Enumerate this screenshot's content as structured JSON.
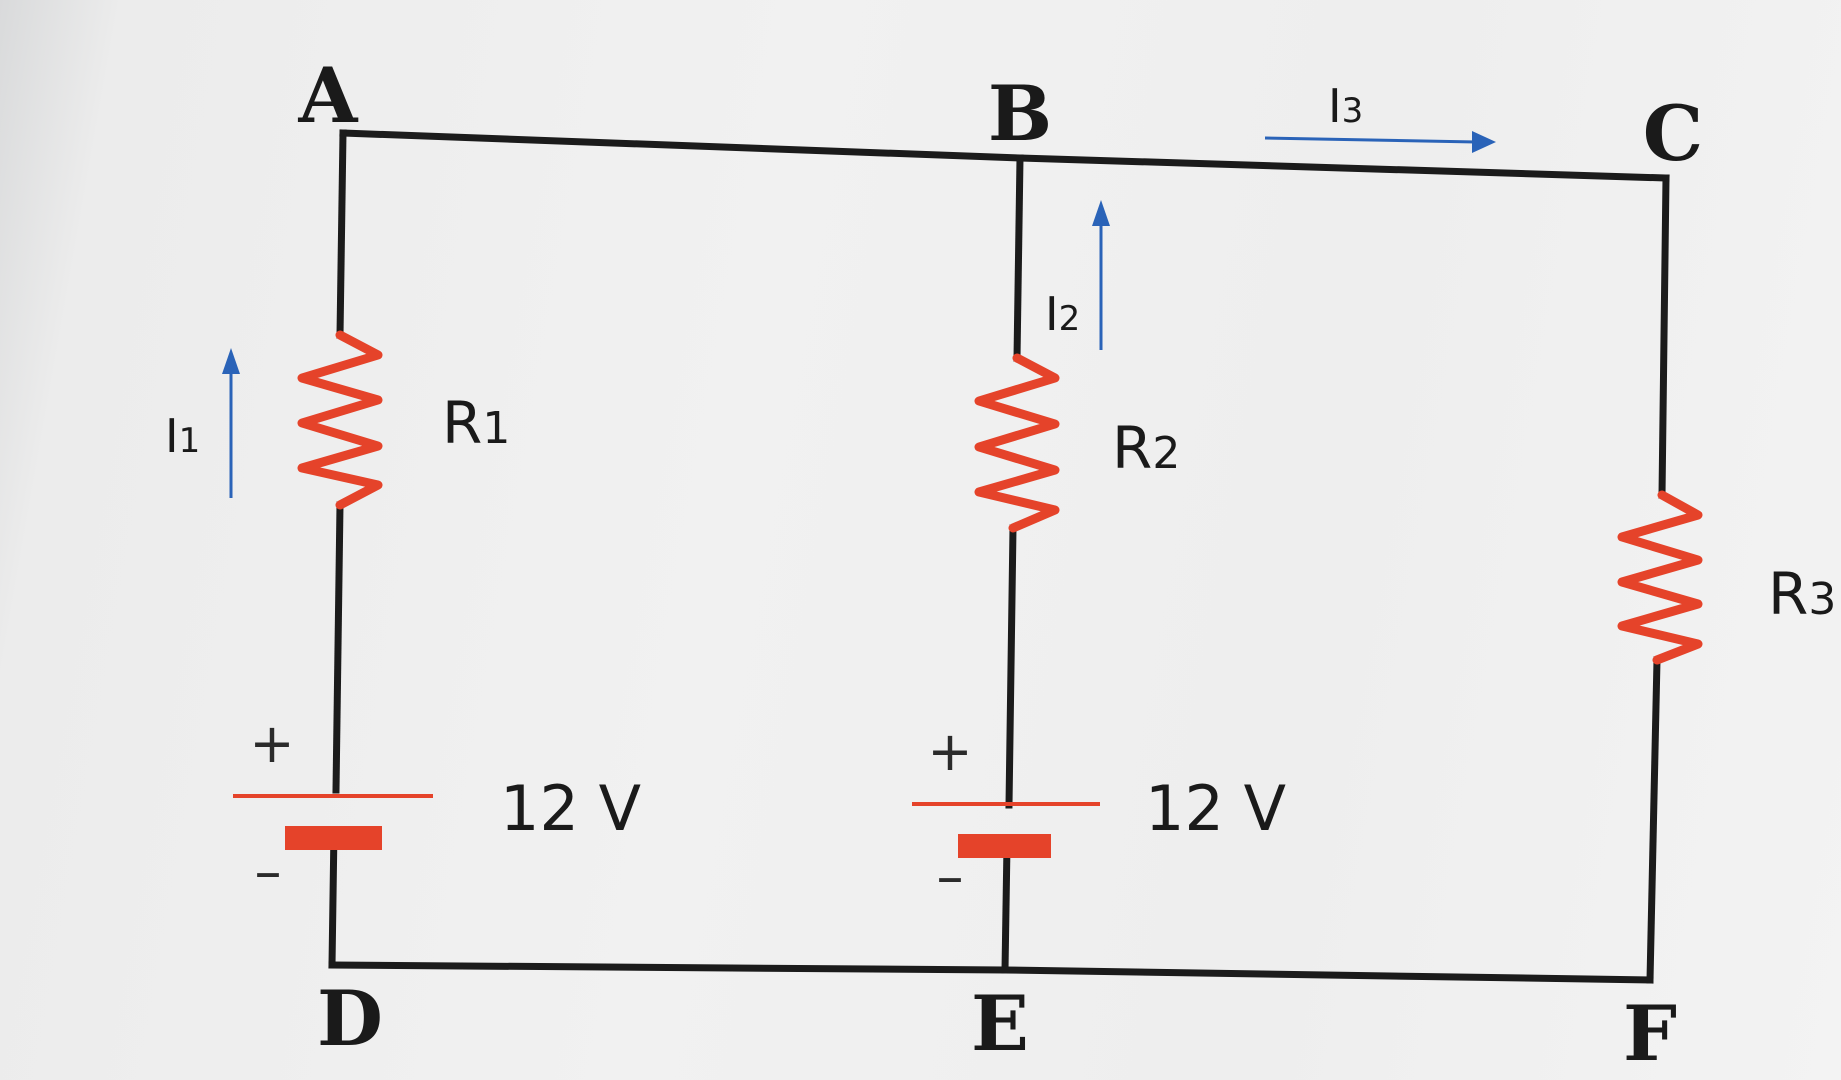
{
  "nodes": {
    "A": "A",
    "B": "B",
    "C": "C",
    "D": "D",
    "E": "E",
    "F": "F"
  },
  "resistors": [
    {
      "main": "R",
      "sub": "1"
    },
    {
      "main": "R",
      "sub": "2"
    },
    {
      "main": "R",
      "sub": "3"
    }
  ],
  "batteries": [
    {
      "voltage": "12 V",
      "plus": "+",
      "minus": "–"
    },
    {
      "voltage": "12 V",
      "plus": "+",
      "minus": "–"
    }
  ],
  "currents": [
    {
      "main": "I",
      "sub": "1",
      "direction": "up"
    },
    {
      "main": "I",
      "sub": "2",
      "direction": "up"
    },
    {
      "main": "I",
      "sub": "3",
      "direction": "right"
    }
  ],
  "colors": {
    "wire": "#1b1b1b",
    "component": "#e5432a",
    "current_arrow": "#2a63b8"
  }
}
